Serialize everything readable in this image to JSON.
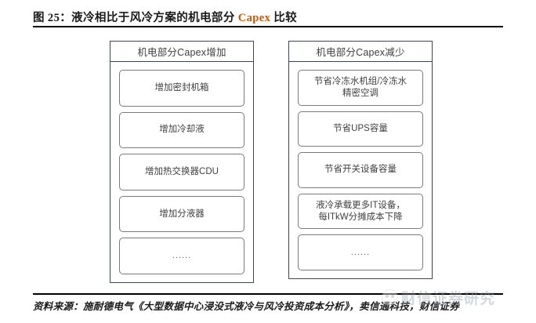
{
  "figure": {
    "title_prefix": "图 25：液冷相比于风冷方案的机电部分 ",
    "title_accent": "Capex",
    "title_suffix": " 比较"
  },
  "diagram": {
    "type": "two-column-comparison",
    "panels": [
      {
        "id": "capex-increase",
        "header": "机电部分Capex增加",
        "items": [
          "增加密封机箱",
          "增加冷却液",
          "增加热交换器CDU",
          "增加分液器",
          "......"
        ]
      },
      {
        "id": "capex-decrease",
        "header": "机电部分Capex减少",
        "items": [
          "节省冷冻水机组/冷冻水\n精密空调",
          "节省UPS容量",
          "节省开关设备容量",
          "液冷承载更多IT设备，\n每ITkW分摊成本下降",
          "......"
        ]
      }
    ]
  },
  "footer": {
    "source": "资料来源：施耐德电气《大型数据中心浸没式液冷与风冷投资成本分析》，卖信通科技，财信证券"
  },
  "watermark": {
    "text": "财信证券研究"
  },
  "colors": {
    "accent": "#c55a11",
    "panel_border": "#3b4652",
    "item_border": "#7a7a7a",
    "text": "#3f3f3f",
    "rule": "#000000"
  }
}
